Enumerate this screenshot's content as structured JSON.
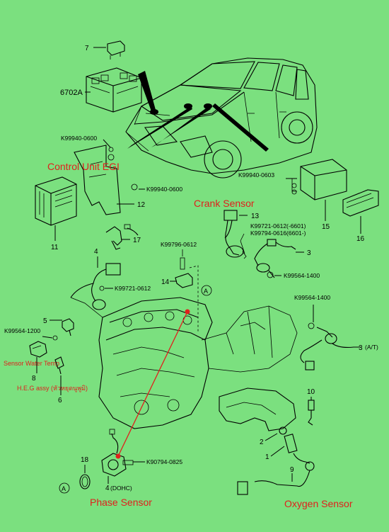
{
  "labels": {
    "control_unit": "Control Unit EGI",
    "crank_sensor": "Crank Sensor",
    "sensor_water_temp": "Sensor Water Temp",
    "heg_assy": "H.E.G assy (หัวหยุดนูพูมิ)",
    "phase_sensor": "Phase Sensor",
    "oxygen_sensor": "Oxygen Sensor"
  },
  "part_codes": {
    "p6702a": "6702A",
    "k99940_0600_a": "K99940-0600",
    "k99940_0600_b": "K99940-0600",
    "k99940_0603": "K99940-0603",
    "k99721_0612_6601": "K99721-0612(-6601)",
    "k99794_0616_6601": "K99794-0616(6601-)",
    "k99796_0612": "K99796-0612",
    "k99721_0612": "K99721-0612",
    "k99564_1400_a": "K99564-1400",
    "k99564_1400_b": "K99564-1400",
    "k99564_1200": "K99564-1200",
    "k90794_0825": "K90794-0825",
    "dohc": "(DOHC)",
    "at": "(A/T)",
    "circle_a": "A"
  },
  "callouts": {
    "n7": "7",
    "n12": "12",
    "n11": "11",
    "n17": "17",
    "n4a": "4",
    "n13": "13",
    "n15": "15",
    "n16": "16",
    "n3a": "3",
    "n3b": "3",
    "n14": "14",
    "n5": "5",
    "n8": "8",
    "n6": "6",
    "n10": "10",
    "n2": "2",
    "n1": "1",
    "n9": "9",
    "n18": "18",
    "n4b": "4"
  }
}
